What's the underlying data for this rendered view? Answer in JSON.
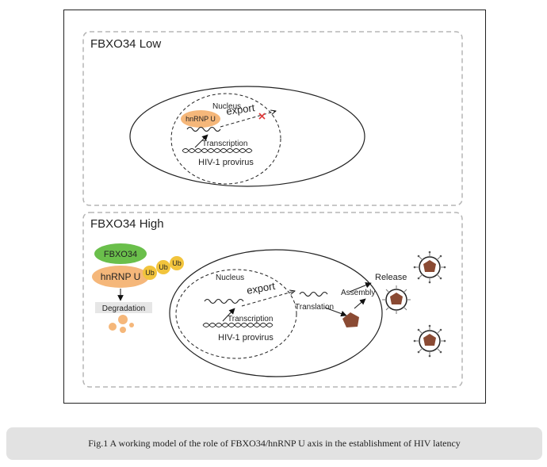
{
  "panels": {
    "low": {
      "title": "FBXO34 Low"
    },
    "high": {
      "title": "FBXO34 High"
    }
  },
  "labels": {
    "nucleus": "Nucleus",
    "hnrnpu_small": "hnRNP U",
    "hnrnpu": "hnRNP U",
    "fbxo34": "FBXO34",
    "ub": "Ub",
    "degradation": "Degradation",
    "export": "export",
    "transcription": "Transcription",
    "provirus": "HIV-1 provirus",
    "translation": "Translation",
    "assembly": "Assembly",
    "release": "Release"
  },
  "colors": {
    "hnrnpu": "#f5b77a",
    "fbxo34": "#6abf4b",
    "ub": "#f2c43c",
    "degradation_bg": "#e6e6e6",
    "fragments": "#f5b77a",
    "block_x": "#e03a3a",
    "protein": "#8a4a33"
  },
  "caption": "Fig.1 A working model of the role of FBXO34/hnRNP U axis in the establishment of HIV latency"
}
